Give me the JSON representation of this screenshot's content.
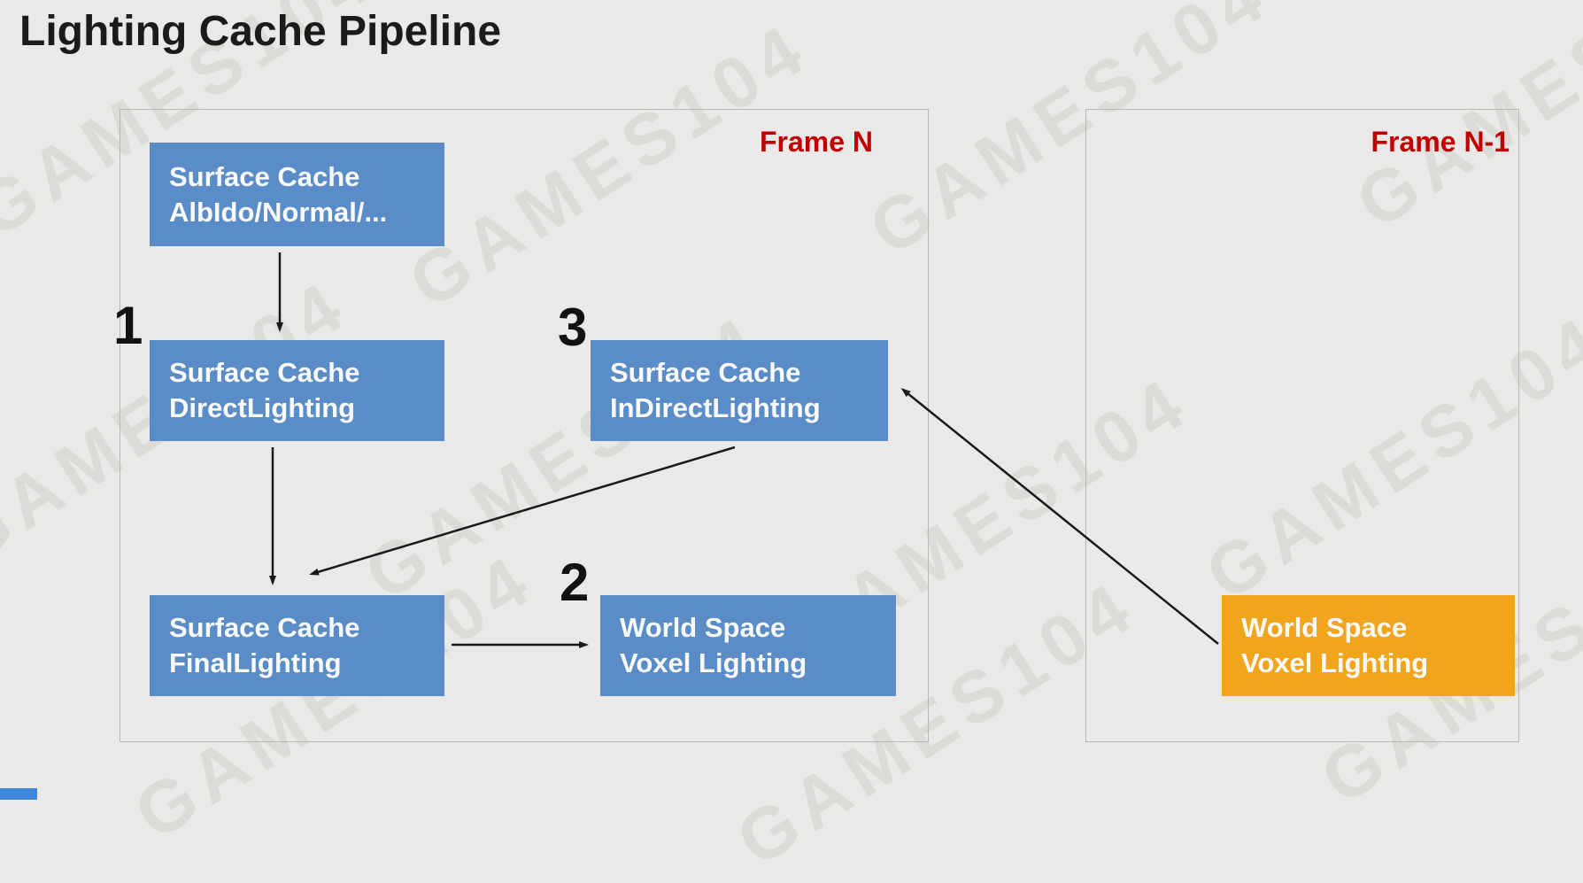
{
  "page": {
    "title": "Lighting Cache Pipeline",
    "watermark_text": "GAMES104"
  },
  "frames": {
    "frame_n": {
      "label": "Frame N"
    },
    "frame_n_minus_1": {
      "label": "Frame N-1"
    }
  },
  "nodes": {
    "surface_cache_albedo": {
      "line1": "Surface Cache",
      "line2": "AlbIdo/Normal/..."
    },
    "surface_cache_direct_lighting": {
      "line1": "Surface Cache",
      "line2": "DirectLighting"
    },
    "surface_cache_indirect_lighting": {
      "line1": "Surface Cache",
      "line2": "InDirectLighting"
    },
    "surface_cache_final_lighting": {
      "line1": "Surface Cache",
      "line2": "FinalLighting"
    },
    "world_space_voxel_lighting_n": {
      "line1": "World Space",
      "line2": "Voxel Lighting"
    },
    "world_space_voxel_lighting_n_minus_1": {
      "line1": "World Space",
      "line2": "Voxel Lighting"
    }
  },
  "step_labels": {
    "step_1": "1",
    "step_2": "2",
    "step_3": "3"
  },
  "colors": {
    "node_blue": "#5a8dc8",
    "node_orange": "#f1a51c",
    "frame_label": "#c00000",
    "arrow": "#1a1a1a",
    "background": "#eae9e7",
    "bottom_bar": "#3d86d8"
  }
}
